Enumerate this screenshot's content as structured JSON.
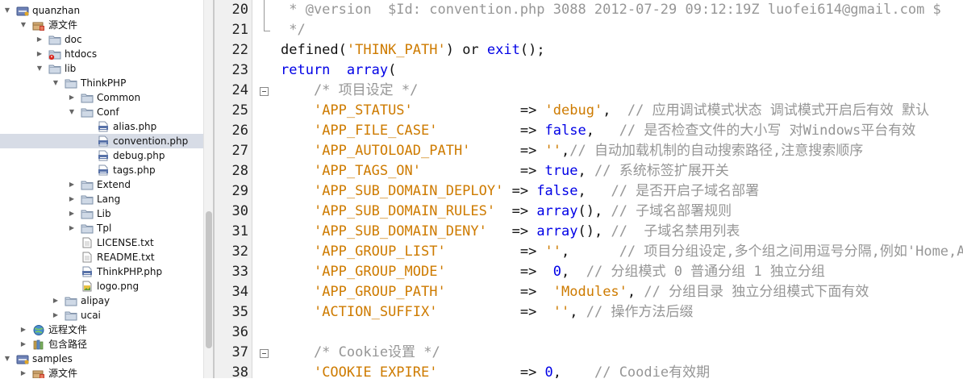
{
  "tree": {
    "items": [
      {
        "label": "quanzhan",
        "depth": 0,
        "icon": "php-project-icon",
        "toggle": "open"
      },
      {
        "label": "源文件",
        "depth": 1,
        "icon": "source-package-icon",
        "toggle": "open"
      },
      {
        "label": "doc",
        "depth": 2,
        "icon": "folder-icon",
        "toggle": "closed"
      },
      {
        "label": "htdocs",
        "depth": 2,
        "icon": "folder-error-icon",
        "toggle": "closed"
      },
      {
        "label": "lib",
        "depth": 2,
        "icon": "folder-icon",
        "toggle": "open"
      },
      {
        "label": "ThinkPHP",
        "depth": 3,
        "icon": "folder-icon",
        "toggle": "open"
      },
      {
        "label": "Common",
        "depth": 4,
        "icon": "folder-icon",
        "toggle": "closed"
      },
      {
        "label": "Conf",
        "depth": 4,
        "icon": "folder-icon",
        "toggle": "open"
      },
      {
        "label": "alias.php",
        "depth": 5,
        "icon": "php-file-icon",
        "toggle": "none"
      },
      {
        "label": "convention.php",
        "depth": 5,
        "icon": "php-file-icon",
        "toggle": "none",
        "selected": true
      },
      {
        "label": "debug.php",
        "depth": 5,
        "icon": "php-file-icon",
        "toggle": "none"
      },
      {
        "label": "tags.php",
        "depth": 5,
        "icon": "php-file-icon",
        "toggle": "none"
      },
      {
        "label": "Extend",
        "depth": 4,
        "icon": "folder-icon",
        "toggle": "closed"
      },
      {
        "label": "Lang",
        "depth": 4,
        "icon": "folder-icon",
        "toggle": "closed"
      },
      {
        "label": "Lib",
        "depth": 4,
        "icon": "folder-icon",
        "toggle": "closed"
      },
      {
        "label": "Tpl",
        "depth": 4,
        "icon": "folder-icon",
        "toggle": "closed"
      },
      {
        "label": "LICENSE.txt",
        "depth": 4,
        "icon": "text-file-icon",
        "toggle": "none"
      },
      {
        "label": "README.txt",
        "depth": 4,
        "icon": "text-file-icon",
        "toggle": "none"
      },
      {
        "label": "ThinkPHP.php",
        "depth": 4,
        "icon": "php-file-icon",
        "toggle": "none"
      },
      {
        "label": "logo.png",
        "depth": 4,
        "icon": "image-file-icon",
        "toggle": "none"
      },
      {
        "label": "alipay",
        "depth": 3,
        "icon": "folder-icon",
        "toggle": "closed"
      },
      {
        "label": "ucai",
        "depth": 3,
        "icon": "folder-icon",
        "toggle": "closed"
      },
      {
        "label": "远程文件",
        "depth": 1,
        "icon": "globe-icon",
        "toggle": "closed"
      },
      {
        "label": "包含路径",
        "depth": 1,
        "icon": "library-icon",
        "toggle": "closed"
      },
      {
        "label": "samples",
        "depth": 0,
        "icon": "php-project-icon",
        "toggle": "open"
      },
      {
        "label": "源文件",
        "depth": 1,
        "icon": "source-package-icon",
        "toggle": "closed"
      }
    ]
  },
  "editor": {
    "lines": [
      {
        "num": "20",
        "fold": "line",
        "tokens": [
          {
            "t": " * @version  $Id: convention.php 3088 2012-07-29 09:12:19Z luofei614@gmail.com $",
            "c": "cm"
          }
        ]
      },
      {
        "num": "21",
        "fold": "end",
        "tokens": [
          {
            "t": " */",
            "c": "cm"
          }
        ]
      },
      {
        "num": "22",
        "fold": "",
        "tokens": [
          {
            "t": "defined(",
            "c": ""
          },
          {
            "t": "'THINK_PATH'",
            "c": "str"
          },
          {
            "t": ") or ",
            "c": ""
          },
          {
            "t": "exit",
            "c": "kw"
          },
          {
            "t": "();",
            "c": ""
          }
        ]
      },
      {
        "num": "23",
        "fold": "",
        "tokens": [
          {
            "t": "return",
            "c": "kw"
          },
          {
            "t": "  ",
            "c": ""
          },
          {
            "t": "array",
            "c": "kw"
          },
          {
            "t": "(",
            "c": ""
          }
        ]
      },
      {
        "num": "24",
        "fold": "box",
        "tokens": [
          {
            "t": "    /* 项目设定 */",
            "c": "cm"
          }
        ]
      },
      {
        "num": "25",
        "fold": "",
        "tokens": [
          {
            "t": "    ",
            "c": ""
          },
          {
            "t": "'APP_STATUS'",
            "c": "str"
          },
          {
            "t": "             => ",
            "c": ""
          },
          {
            "t": "'debug'",
            "c": "str"
          },
          {
            "t": ",  ",
            "c": ""
          },
          {
            "t": "// 应用调试模式状态 调试模式开启后有效 默认",
            "c": "cm"
          }
        ]
      },
      {
        "num": "26",
        "fold": "",
        "tokens": [
          {
            "t": "    ",
            "c": ""
          },
          {
            "t": "'APP_FILE_CASE'",
            "c": "str"
          },
          {
            "t": "          => ",
            "c": ""
          },
          {
            "t": "false",
            "c": "kw"
          },
          {
            "t": ",   ",
            "c": ""
          },
          {
            "t": "// 是否检查文件的大小写 对Windows平台有效",
            "c": "cm"
          }
        ]
      },
      {
        "num": "27",
        "fold": "",
        "tokens": [
          {
            "t": "    ",
            "c": ""
          },
          {
            "t": "'APP_AUTOLOAD_PATH'",
            "c": "str"
          },
          {
            "t": "      => ",
            "c": ""
          },
          {
            "t": "''",
            "c": "str"
          },
          {
            "t": ",",
            "c": ""
          },
          {
            "t": "// 自动加载机制的自动搜索路径,注意搜索顺序",
            "c": "cm"
          }
        ]
      },
      {
        "num": "28",
        "fold": "",
        "tokens": [
          {
            "t": "    ",
            "c": ""
          },
          {
            "t": "'APP_TAGS_ON'",
            "c": "str"
          },
          {
            "t": "            => ",
            "c": ""
          },
          {
            "t": "true",
            "c": "kw"
          },
          {
            "t": ", ",
            "c": ""
          },
          {
            "t": "// 系统标签扩展开关",
            "c": "cm"
          }
        ]
      },
      {
        "num": "29",
        "fold": "",
        "tokens": [
          {
            "t": "    ",
            "c": ""
          },
          {
            "t": "'APP_SUB_DOMAIN_DEPLOY'",
            "c": "str"
          },
          {
            "t": " => ",
            "c": ""
          },
          {
            "t": "false",
            "c": "kw"
          },
          {
            "t": ",   ",
            "c": ""
          },
          {
            "t": "// 是否开启子域名部署",
            "c": "cm"
          }
        ]
      },
      {
        "num": "30",
        "fold": "",
        "tokens": [
          {
            "t": "    ",
            "c": ""
          },
          {
            "t": "'APP_SUB_DOMAIN_RULES'",
            "c": "str"
          },
          {
            "t": "  => ",
            "c": ""
          },
          {
            "t": "array",
            "c": "kw"
          },
          {
            "t": "(), ",
            "c": ""
          },
          {
            "t": "// 子域名部署规则",
            "c": "cm"
          }
        ]
      },
      {
        "num": "31",
        "fold": "",
        "tokens": [
          {
            "t": "    ",
            "c": ""
          },
          {
            "t": "'APP_SUB_DOMAIN_DENY'",
            "c": "str"
          },
          {
            "t": "   => ",
            "c": ""
          },
          {
            "t": "array",
            "c": "kw"
          },
          {
            "t": "(), ",
            "c": ""
          },
          {
            "t": "//  子域名禁用列表",
            "c": "cm"
          }
        ]
      },
      {
        "num": "32",
        "fold": "",
        "tokens": [
          {
            "t": "    ",
            "c": ""
          },
          {
            "t": "'APP_GROUP_LIST'",
            "c": "str"
          },
          {
            "t": "         => ",
            "c": ""
          },
          {
            "t": "''",
            "c": "str"
          },
          {
            "t": ",      ",
            "c": ""
          },
          {
            "t": "// 项目分组设定,多个组之间用逗号分隔,例如'Home,Admin'",
            "c": "cm"
          }
        ]
      },
      {
        "num": "33",
        "fold": "",
        "tokens": [
          {
            "t": "    ",
            "c": ""
          },
          {
            "t": "'APP_GROUP_MODE'",
            "c": "str"
          },
          {
            "t": "         =>  ",
            "c": ""
          },
          {
            "t": "0",
            "c": "cn"
          },
          {
            "t": ",  ",
            "c": ""
          },
          {
            "t": "// 分组模式 0 普通分组 1 独立分组",
            "c": "cm"
          }
        ]
      },
      {
        "num": "34",
        "fold": "",
        "tokens": [
          {
            "t": "    ",
            "c": ""
          },
          {
            "t": "'APP_GROUP_PATH'",
            "c": "str"
          },
          {
            "t": "         =>  ",
            "c": ""
          },
          {
            "t": "'Modules'",
            "c": "str"
          },
          {
            "t": ", ",
            "c": ""
          },
          {
            "t": "// 分组目录 独立分组模式下面有效",
            "c": "cm"
          }
        ]
      },
      {
        "num": "35",
        "fold": "",
        "tokens": [
          {
            "t": "    ",
            "c": ""
          },
          {
            "t": "'ACTION_SUFFIX'",
            "c": "str"
          },
          {
            "t": "          =>  ",
            "c": ""
          },
          {
            "t": "''",
            "c": "str"
          },
          {
            "t": ", ",
            "c": ""
          },
          {
            "t": "// 操作方法后缀",
            "c": "cm"
          }
        ]
      },
      {
        "num": "36",
        "fold": "",
        "tokens": []
      },
      {
        "num": "37",
        "fold": "box",
        "tokens": [
          {
            "t": "    /* Cookie设置 */",
            "c": "cm"
          }
        ]
      },
      {
        "num": "38",
        "fold": "",
        "tokens": [
          {
            "t": "    ",
            "c": ""
          },
          {
            "t": "'COOKIE_EXPIRE'",
            "c": "str"
          },
          {
            "t": "          => ",
            "c": ""
          },
          {
            "t": "0",
            "c": "cn"
          },
          {
            "t": ",    ",
            "c": ""
          },
          {
            "t": "// Coodie有效期",
            "c": "cm"
          }
        ]
      }
    ]
  },
  "colors": {
    "string": "#ce7b00",
    "keyword": "#0000e6",
    "comment": "#969696",
    "selection": "#d7dce6"
  }
}
